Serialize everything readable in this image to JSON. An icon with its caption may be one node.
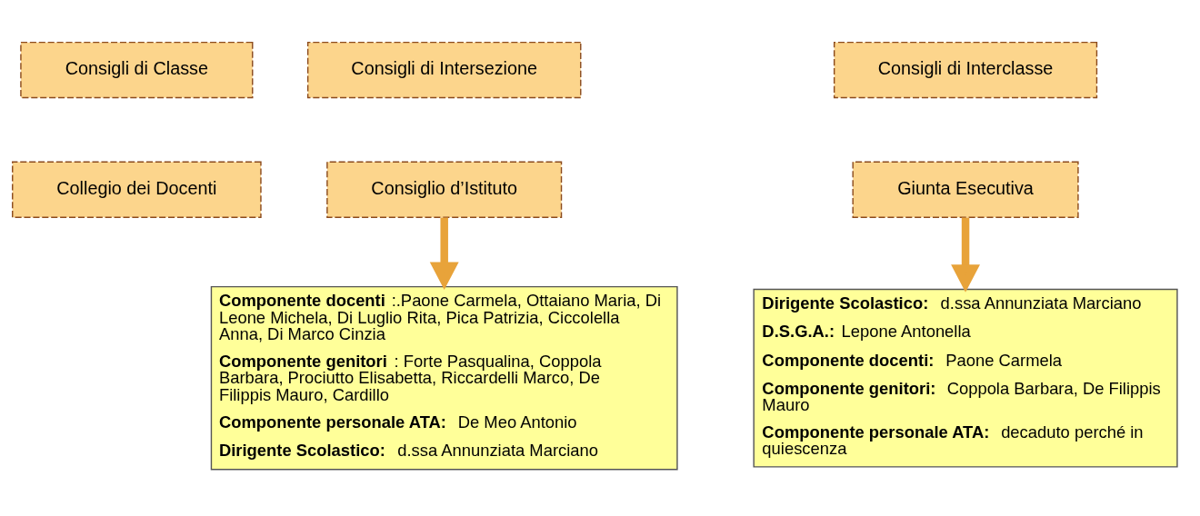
{
  "diagram": {
    "nodes": [
      {
        "text": [
          "Consigli di Classe"
        ]
      },
      {
        "text": [
          "Consigli di Intersezione"
        ]
      },
      {
        "text": [
          "Consigli di Interclasse"
        ]
      },
      {
        "text": [
          "Collegio dei Docenti"
        ]
      },
      {
        "text": [
          "Consiglio d’Istituto"
        ]
      },
      {
        "text": [
          "Giunta Esecutiva"
        ]
      },
      {
        "text": [
          "**Componente docenti**:.Paone Carmela, Ottaiano Maria, Di Leone Michela, Di Luglio Rita, Pica Patrizia, Ciccolella Anna, Di Marco Cinzia",
          "**Componente genitori**: Forte Pasqualina, Coppola Barbara, Prociutto Elisabetta, Riccardelli Marco, De Filippis Mauro, Cardillo",
          "**Componente personale ATA:** De Meo Antonio",
          "**Dirigente Scolastico:** d.ssa Annunziata Marciano"
        ]
      },
      {
        "text": [
          "**Dirigente Scolastico:** d.ssa Annunziata Marciano",
          "**D.S.G.A.:** Lepone Antonella",
          "**Componente docenti:** Paone Carmela",
          "**Componente genitori:** Coppola Barbara, De Filippis Mauro",
          "**Componente personale ATA:** decaduto perché in quiescenza"
        ]
      }
    ],
    "edges": [
      {
        "from": 4,
        "to": 6,
        "arrow": "to"
      },
      {
        "from": 5,
        "to": 7,
        "arrow": "to"
      }
    ]
  }
}
